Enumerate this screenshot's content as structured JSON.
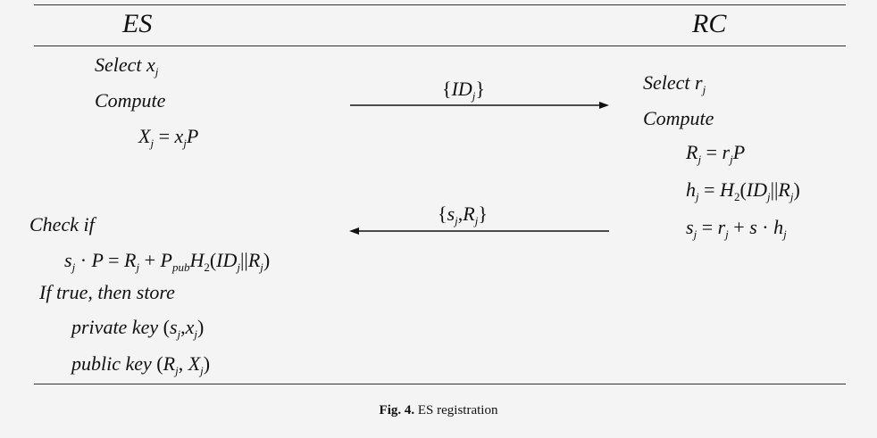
{
  "headers": {
    "left": "ES",
    "right": "RC"
  },
  "es": {
    "select": "Select",
    "compute": "Compute",
    "check_if": "Check if",
    "if_true": "If true, then store",
    "private_key": "private key",
    "public_key": "public  key"
  },
  "rc": {
    "select": "Select",
    "compute": "Compute"
  },
  "messages": {
    "to_rc": "{ID_j}",
    "to_es": "{s_j, R_j}"
  },
  "caption": {
    "label": "Fig. 4.",
    "text": "ES registration"
  }
}
